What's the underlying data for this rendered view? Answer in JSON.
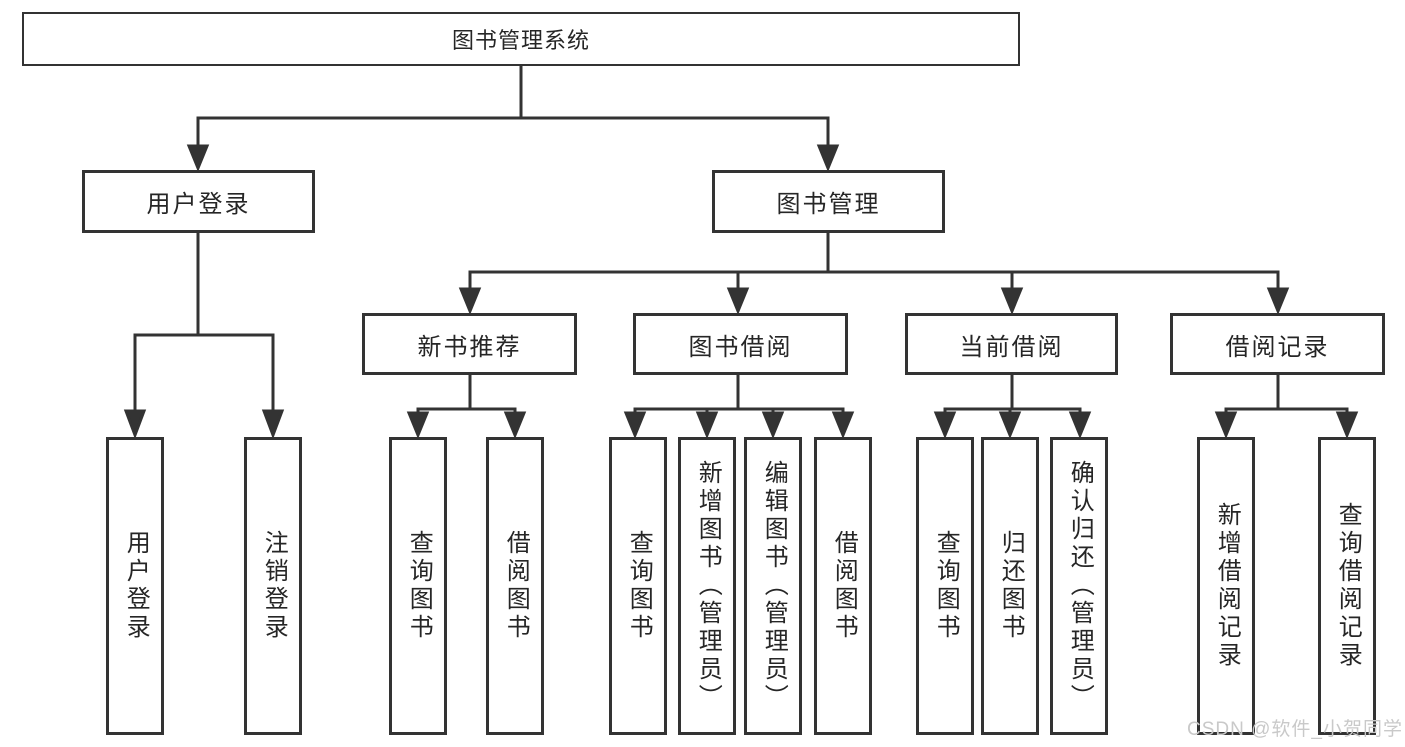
{
  "diagram": {
    "root_label": "图书管理系统",
    "level2": [
      {
        "label": "用户登录"
      },
      {
        "label": "图书管理"
      }
    ],
    "level3": [
      {
        "label": "新书推荐"
      },
      {
        "label": "图书借阅"
      },
      {
        "label": "当前借阅"
      },
      {
        "label": "借阅记录"
      }
    ],
    "leaves": [
      {
        "label": "用户登录"
      },
      {
        "label": "注销登录"
      },
      {
        "label": "查询图书"
      },
      {
        "label": "借阅图书"
      },
      {
        "label": "查询图书"
      },
      {
        "label": "新增图书（管理员）"
      },
      {
        "label": "编辑图书（管理员）"
      },
      {
        "label": "借阅图书"
      },
      {
        "label": "查询图书"
      },
      {
        "label": "归还图书"
      },
      {
        "label": "确认归还（管理员）"
      },
      {
        "label": "新增借阅记录"
      },
      {
        "label": "查询借阅记录"
      }
    ]
  },
  "watermark": "CSDN @软件_小贺同学",
  "colors": {
    "line": "#333333",
    "box_border": "#333333",
    "box_background": "#ffffff",
    "text": "#262626",
    "watermark": "#c9c9c9",
    "page_background": "#ffffff"
  }
}
